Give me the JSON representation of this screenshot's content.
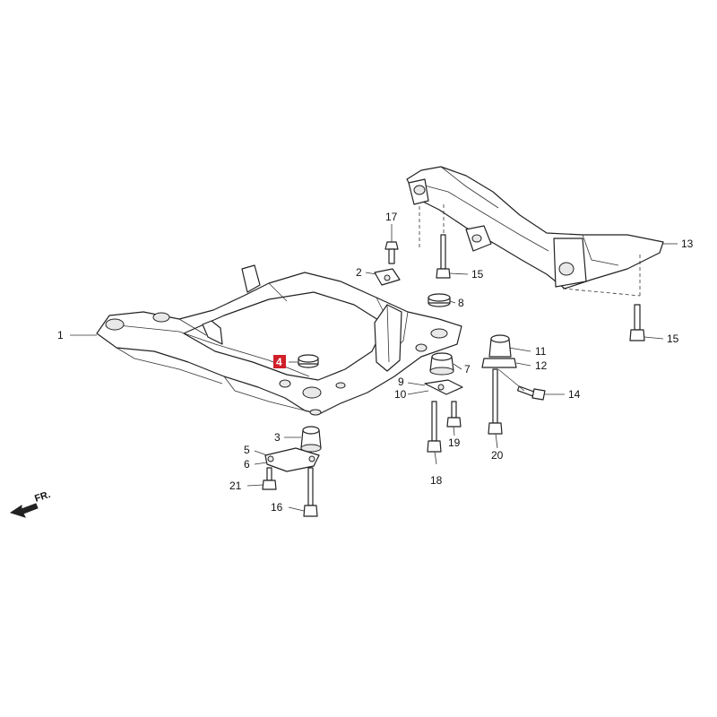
{
  "parts": {
    "p1": "1",
    "p2": "2",
    "p3": "3",
    "p4": "4",
    "p5": "5",
    "p6": "6",
    "p7": "7",
    "p8": "8",
    "p9": "9",
    "p10": "10",
    "p11": "11",
    "p12": "12",
    "p13": "13",
    "p14": "14",
    "p15a": "15",
    "p15b": "15",
    "p16": "16",
    "p17": "17",
    "p18": "18",
    "p19": "19",
    "p20": "20",
    "p21": "21"
  },
  "direction_label": "FR.",
  "highlight_color": "#d0202a"
}
